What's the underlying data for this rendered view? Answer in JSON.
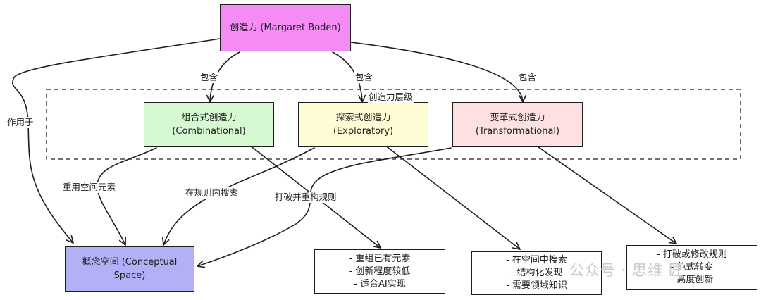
{
  "nodes": {
    "root": {
      "text": "创造力 (Margaret Boden)",
      "fill": "#f58cf5"
    },
    "combinational": {
      "line1": "组合式创造力",
      "line2": "(Combinational)",
      "fill": "#d6f8d2"
    },
    "exploratory": {
      "line1": "探索式创造力",
      "line2": "(Exploratory)",
      "fill": "#fdfcd4"
    },
    "transformational": {
      "line1": "变革式创造力",
      "line2": "(Transformational)",
      "fill": "#fde0df"
    },
    "conceptual_space": {
      "line1": "概念空间 (Conceptual",
      "line2": "Space)",
      "fill": "#b2b1f8"
    },
    "combinational_notes": {
      "items": [
        "- 重组已有元素",
        "- 创新程度较低",
        "- 适合AI实现"
      ],
      "fill": "#ffffff"
    },
    "exploratory_notes": {
      "items": [
        "- 在空间中搜索",
        "- 结构化发现",
        "- 需要领域知识"
      ],
      "fill": "#ffffff"
    },
    "transformational_notes": {
      "items": [
        "- 打破或修改规则",
        "- 范式转变",
        "- 高度创新"
      ],
      "fill": "#ffffff"
    }
  },
  "group": {
    "label": "创造力层级"
  },
  "edge_labels": {
    "contains_1": "包含",
    "contains_2": "包含",
    "contains_3": "包含",
    "acts_on": "作用于",
    "reuse_elements": "重用空间元素",
    "search_within_rules": "在规则内搜索",
    "break_rebuild_rules": "打破并重构规则"
  },
  "watermark": "公众号 · 思维 匠",
  "colors": {
    "stroke": "#1e1e1e",
    "watermark": "#c9c9c9"
  }
}
